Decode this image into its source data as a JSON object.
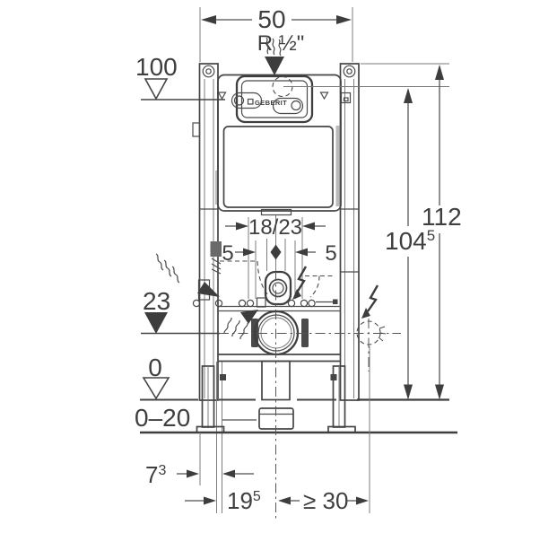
{
  "drawing": {
    "brand": "GEBERIT",
    "dimensions": {
      "width_top": "50",
      "supply_thread": "R ½\"",
      "level_top": "100",
      "height_total": "112",
      "height_plate": {
        "base": "104",
        "sup": "5"
      },
      "bolt_spacing": "18/23",
      "offset_left": "5",
      "offset_right": "5",
      "level_outlet": "23",
      "level_floor": "0",
      "floor_range": "0–20",
      "front_depth": {
        "base": "7",
        "sup": "3"
      },
      "outlet_offset": {
        "base": "19",
        "sup": "5"
      },
      "side_clearance": "≥ 30"
    }
  }
}
